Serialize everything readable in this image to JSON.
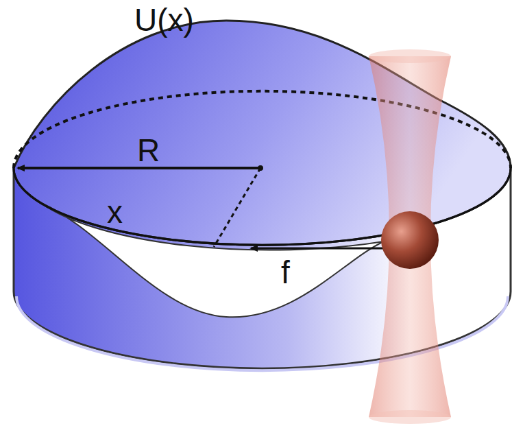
{
  "diagram": {
    "labels": [
      "U(x)",
      "R",
      "x",
      "f"
    ]
  }
}
